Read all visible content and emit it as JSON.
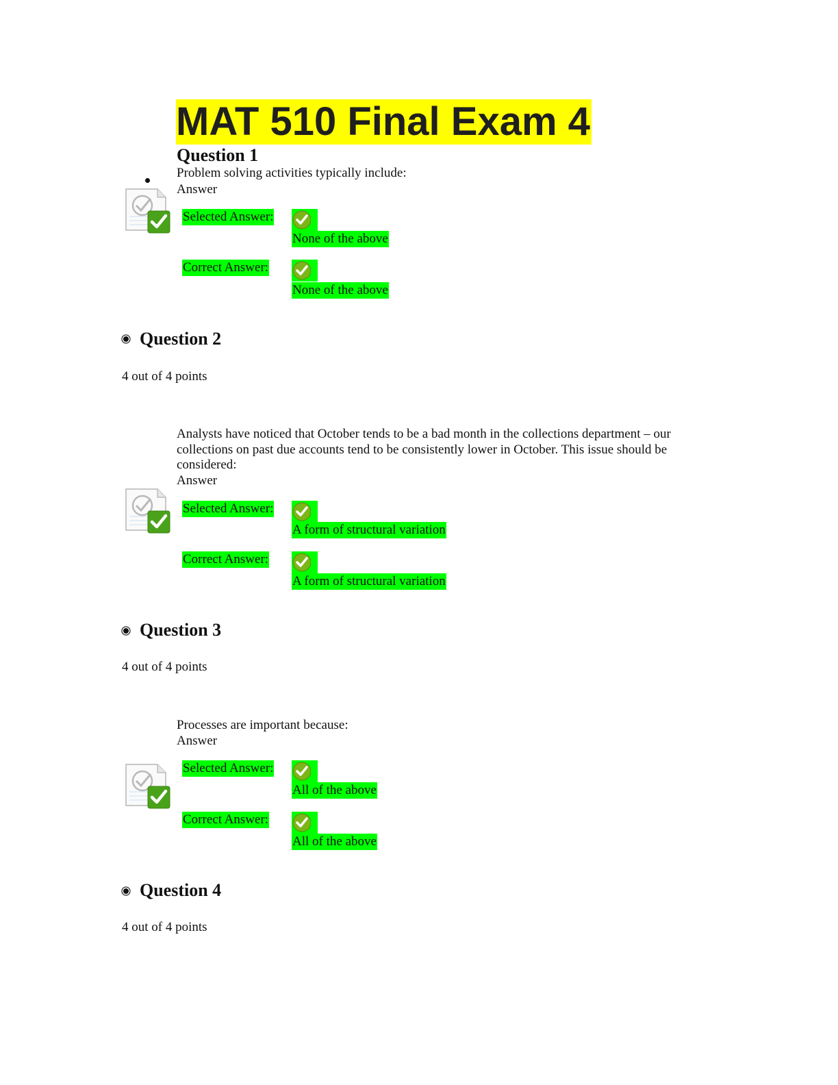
{
  "title": "MAT 510 Final Exam 4",
  "labels": {
    "answer": "Answer",
    "selected": "Selected Answer:",
    "correct": "Correct Answer:"
  },
  "questions": [
    {
      "heading": "Question 1",
      "text": "Problem solving activities typically include:",
      "selected": "None of the above",
      "correct": "None of the above"
    },
    {
      "heading": "Question 2",
      "points": "4 out of 4 points",
      "text": "Analysts have noticed that October tends to be a bad month in the collections department – our collections on past due accounts tend to be consistently lower in October. This issue should be considered:",
      "selected": "A form of structural variation",
      "correct": "A form of structural variation"
    },
    {
      "heading": "Question 3",
      "points": "4 out of 4 points",
      "text": "Processes are important because:",
      "selected": "All of the above",
      "correct": "All of the above"
    },
    {
      "heading": "Question 4",
      "points": "4 out of 4 points"
    }
  ],
  "icons": {
    "doc": "graded-document-icon",
    "check": "correct-check-icon"
  },
  "colors": {
    "title_highlight": "#ffff00",
    "answer_highlight": "#00ff00",
    "check_green": "#4caf1a"
  }
}
